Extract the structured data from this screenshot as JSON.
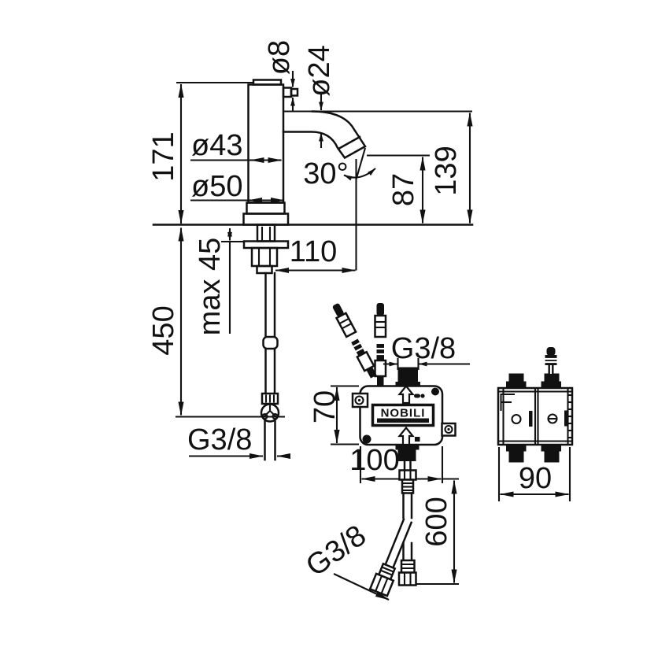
{
  "drawing": {
    "brand": "NOBILI",
    "labels": {
      "d8": "ø8",
      "d24": "ø24",
      "d43": "ø43",
      "d50": "ø50",
      "h171": "171",
      "h139": "139",
      "h87": "87",
      "angle30": "30°",
      "w110": "110",
      "max45": "max 45",
      "l450": "450",
      "g38_supply": "G3/8",
      "h70": "70",
      "w100": "100",
      "g38_inlet": "G3/8",
      "l600": "600",
      "g38_hose": "G3/8",
      "d90": "90"
    }
  }
}
